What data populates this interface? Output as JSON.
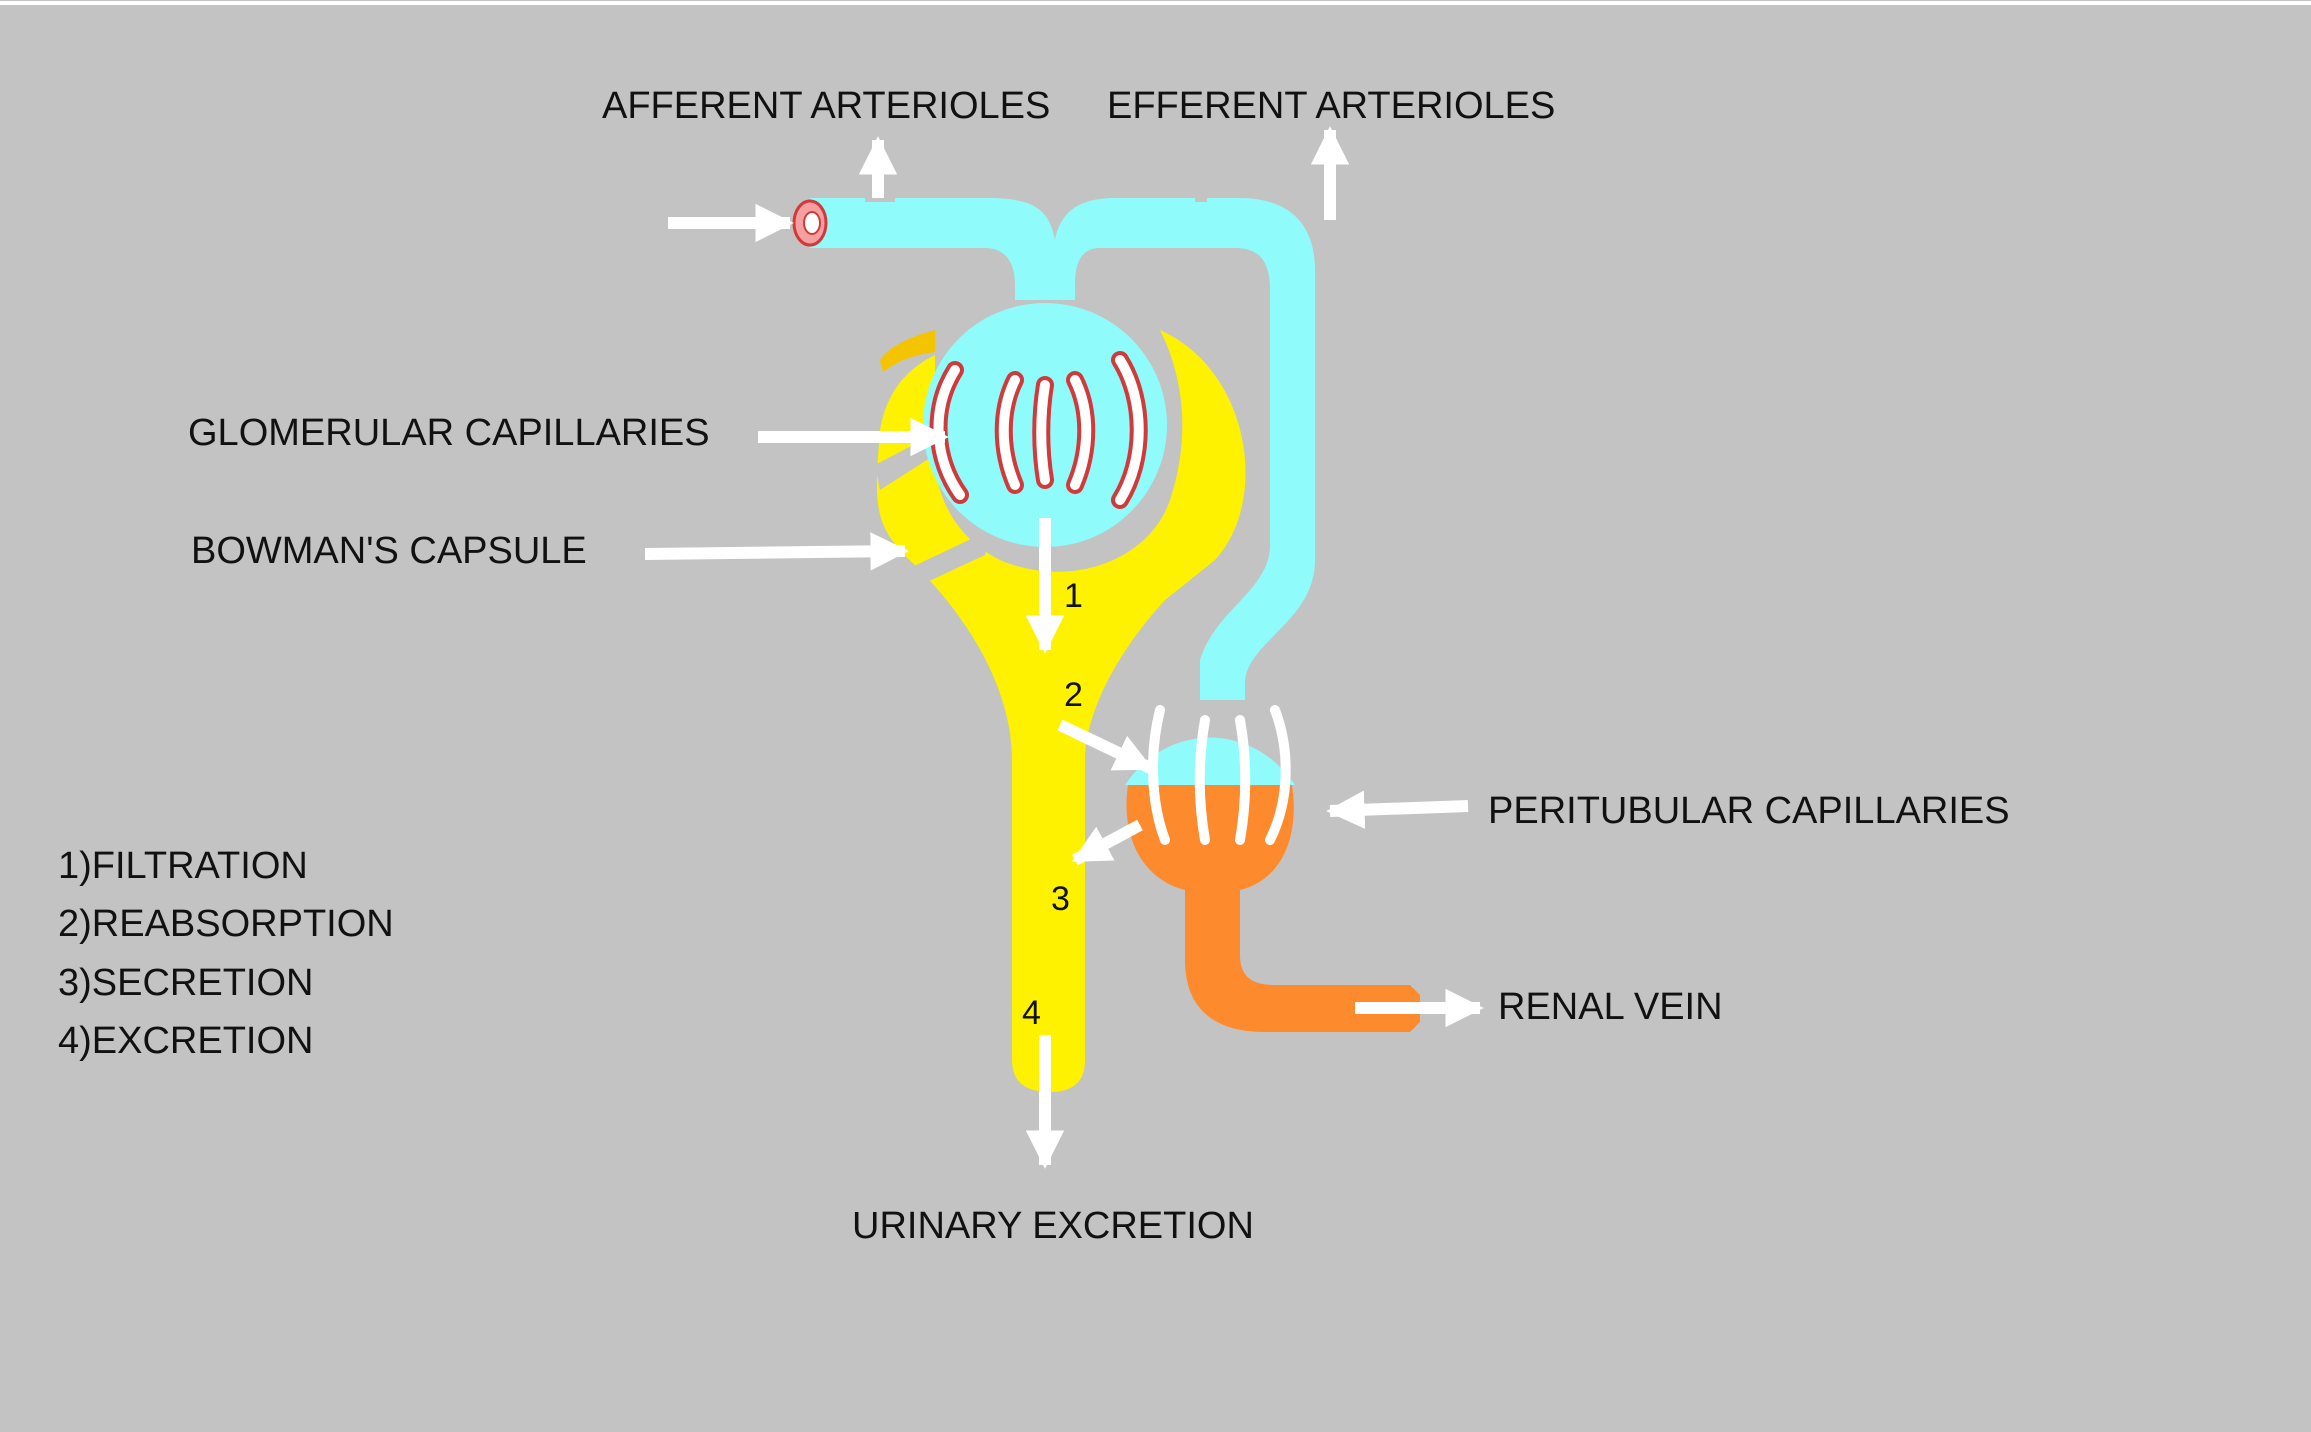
{
  "labels": {
    "afferent": "AFFERENT ARTERIOLES",
    "efferent": "EFFERENT ARTERIOLES",
    "glomerular": "GLOMERULAR CAPILLARIES",
    "bowman": "BOWMAN'S CAPSULE",
    "peritubular": "PERITUBULAR CAPILLARIES",
    "renal_vein": "RENAL VEIN",
    "urinary": "URINARY EXCRETION"
  },
  "steps": {
    "one": "1",
    "two": "2",
    "three": "3",
    "four": "4"
  },
  "legend": [
    "1)FILTRATION",
    "2)REABSORPTION",
    "3)SECRETION",
    "4)EXCRETION"
  ],
  "colors": {
    "background": "#c3c3c3",
    "artery": "#8ffbfb",
    "tubule": "#fff200",
    "vein": "#fd8a2c",
    "arrow": "#ffffff",
    "capillary_edge": "#e03a3a"
  }
}
